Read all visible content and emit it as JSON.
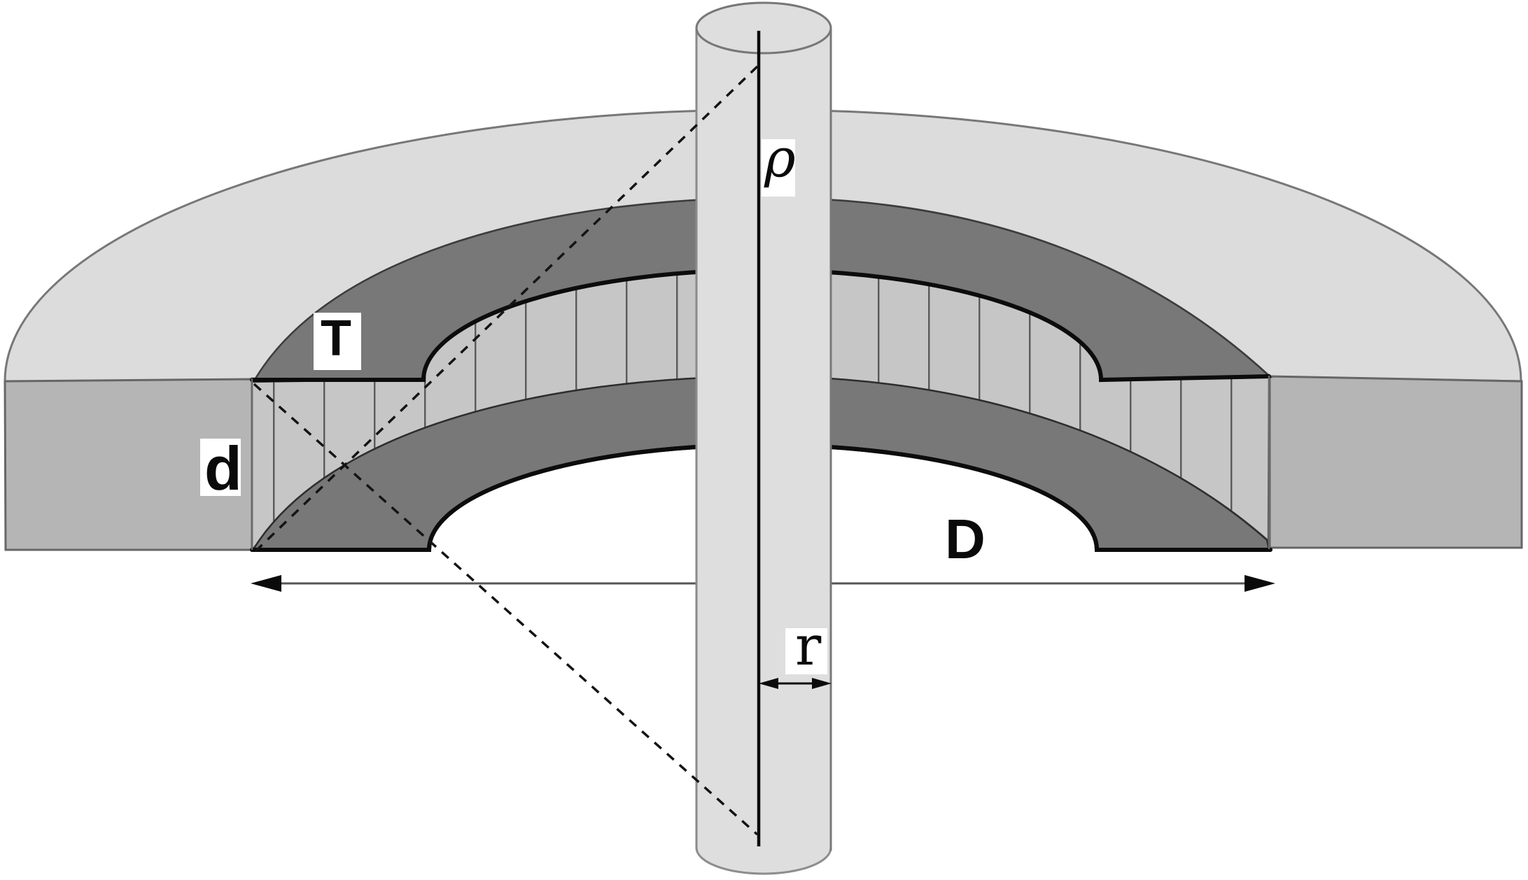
{
  "figure": {
    "type": "technical-diagram",
    "description": "Cutaway perspective drawing of an annular disc (ring with stepped counterbored hole) mounted on a central cylindrical shaft, with dimension annotations",
    "labels": {
      "rho": "ρ",
      "thickness_T": "T",
      "depth_d": "d",
      "diameter_D": "D",
      "shaft_radius_r": "r"
    },
    "annotations": [
      {
        "symbol": "ρ",
        "placement": "on central shaft axis, upper area"
      },
      {
        "symbol": "T",
        "placement": "on dark chamfer band, upper left"
      },
      {
        "symbol": "d",
        "placement": "on outer rim front face, left"
      },
      {
        "symbol": "D",
        "placement": "above long horizontal diameter arrow"
      },
      {
        "symbol": "r",
        "placement": "above small shaft-radius arrow"
      }
    ],
    "arrows": [
      {
        "name": "diameter-arrow",
        "direction": "horizontal, double-headed",
        "spans": "inner hole diameter"
      },
      {
        "name": "shaft-radius-arrow",
        "direction": "horizontal, double-headed",
        "spans": "axis to shaft edge"
      }
    ],
    "colors": {
      "background": "#ffffff",
      "top_surface": "#dcdcdc",
      "rim_front": "#b5b5b5",
      "dark_band": "#787878",
      "hatch_fill": "#c6c6c6",
      "hatch_line": "#555555",
      "shaft_fill": "#dedede",
      "outline": "#666666",
      "ink": "#111111"
    }
  }
}
